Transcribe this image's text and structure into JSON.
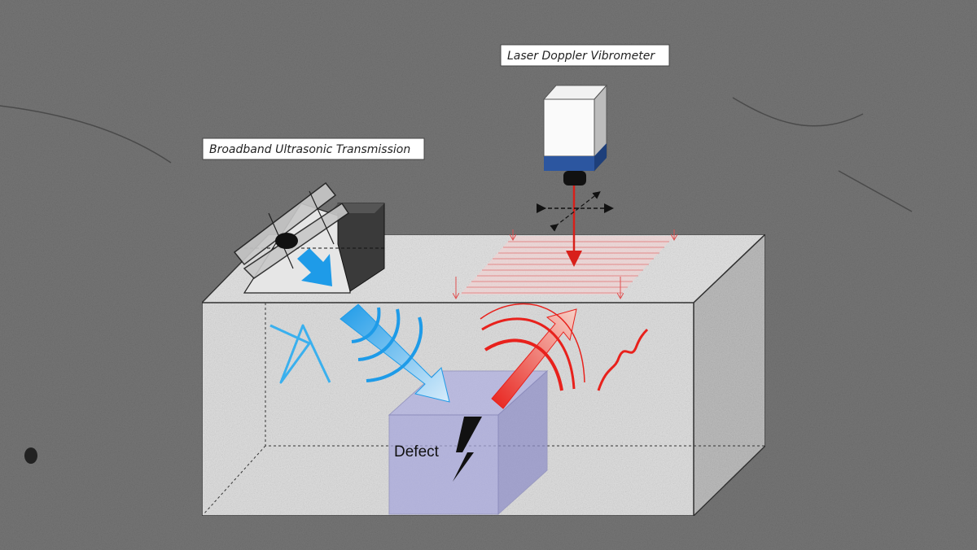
{
  "labels": {
    "transmitter": "Broadband Ultrasonic Transmission",
    "receiver": "Laser Doppler Vibrometer",
    "defect": "Defect"
  },
  "colors": {
    "background": "#6f6f6f",
    "concrete": "#e2e2e2",
    "ultrasonic_wave": "#1e9be8",
    "scattered_wave": "#e8211c",
    "laser": "#d8201a",
    "defect_region": "#9c9cd6",
    "vibrometer_band": "#2c56a0"
  }
}
